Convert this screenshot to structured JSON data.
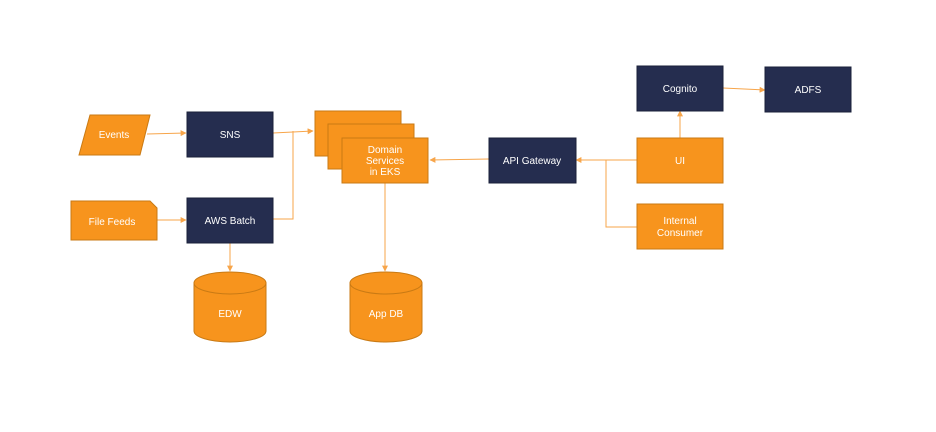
{
  "colors": {
    "orange": "#f7941d",
    "orange_border": "#c97a14",
    "navy": "#252d4f",
    "navy_border": "#1a2038",
    "connector": "#f7a54a",
    "text_on_orange": "#ffffff",
    "text_on_navy": "#ffffff"
  },
  "nodes": {
    "events": "Events",
    "file_feeds": "File Feeds",
    "sns": "SNS",
    "aws_batch": "AWS Batch",
    "edw": "EDW",
    "domain_services": [
      "Domain",
      "Services",
      "in EKS"
    ],
    "app_db": "App DB",
    "api_gateway": "API Gateway",
    "ui": "UI",
    "internal_consumer": [
      "Internal",
      "Consumer"
    ],
    "cognito": "Cognito",
    "adfs": "ADFS"
  }
}
